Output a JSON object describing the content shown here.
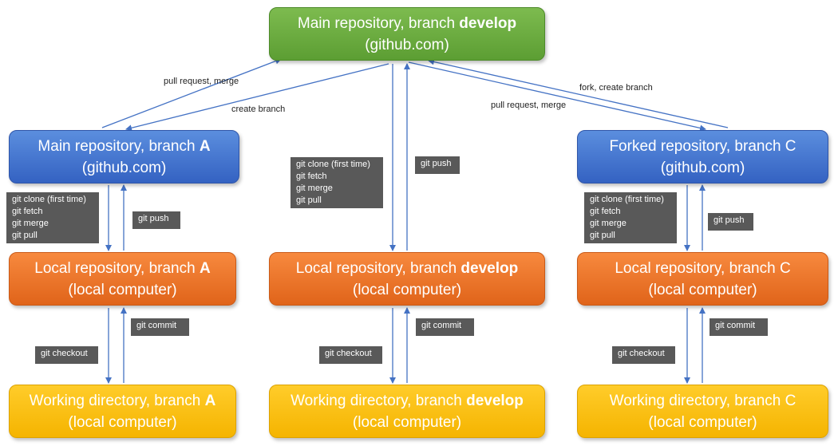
{
  "boxes": {
    "main_develop": {
      "line1_prefix": "Main repository, branch ",
      "line1_bold": "develop",
      "line2": "(github.com)"
    },
    "main_a": {
      "line1_prefix": "Main repository, branch ",
      "line1_bold": "A",
      "line2": "(github.com)"
    },
    "forked_c": {
      "line1_prefix": "Forked repository, branch C",
      "line1_bold": "",
      "line2": "(github.com)"
    },
    "local_a": {
      "line1_prefix": "Local repository, branch ",
      "line1_bold": "A",
      "line2": "(local computer)"
    },
    "local_develop": {
      "line1_prefix": "Local repository, branch ",
      "line1_bold": "develop",
      "line2": "(local computer)"
    },
    "local_c": {
      "line1_prefix": "Local repository, branch C",
      "line1_bold": "",
      "line2": "(local computer)"
    },
    "work_a": {
      "line1_prefix": "Working directory, branch ",
      "line1_bold": "A",
      "line2": "(local computer)"
    },
    "work_develop": {
      "line1_prefix": "Working directory, branch ",
      "line1_bold": "develop",
      "line2": "(local computer)"
    },
    "work_c": {
      "line1_prefix": "Working directory, branch C",
      "line1_bold": "",
      "line2": "(local computer)"
    }
  },
  "labels": {
    "pull_request_merge_left": "pull request, merge",
    "create_branch": "create branch",
    "fork_create_branch": "fork, create branch",
    "pull_request_merge_right": "pull request, merge"
  },
  "commands": {
    "clone_group": [
      "git clone (first time)",
      "git fetch",
      "git merge",
      "git pull"
    ],
    "git_push": "git push",
    "git_commit": "git commit",
    "git_checkout": "git checkout"
  }
}
